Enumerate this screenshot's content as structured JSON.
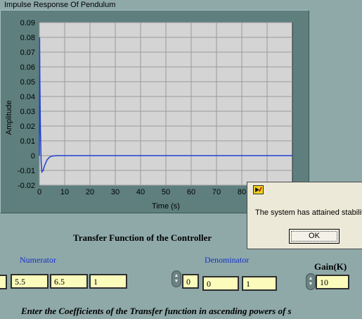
{
  "graph": {
    "title": "Impulse Response  Of Pendulum",
    "ylabel": "Amplitude",
    "xlabel": "Time (s)",
    "x_ticks": [
      "0",
      "10",
      "20",
      "30",
      "40",
      "50",
      "60",
      "70",
      "80"
    ],
    "y_ticks": [
      "0.09",
      "0.08",
      "0.07",
      "0.06",
      "0.05",
      "0.04",
      "0.03",
      "0.02",
      "0.01",
      "0",
      "-0.01",
      "-0.02"
    ]
  },
  "chart_data": {
    "type": "line",
    "title": "Impulse Response  Of Pendulum",
    "xlabel": "Time (s)",
    "ylabel": "Amplitude",
    "xlim": [
      0,
      100
    ],
    "ylim": [
      -0.02,
      0.09
    ],
    "grid": true,
    "series": [
      {
        "color": "#1f3fd0",
        "x": [
          0,
          0.1,
          0.2,
          0.4,
          0.7,
          1.0,
          1.5,
          2.0,
          3.0,
          4.0,
          5.0,
          7.0,
          10.0,
          20.0,
          50.0,
          100.0
        ],
        "y": [
          0.0,
          0.08,
          0.053,
          0.02,
          -0.004,
          -0.011,
          -0.01,
          -0.007,
          -0.003,
          -0.001,
          -0.0003,
          0.0,
          0.0,
          0.0,
          0.0,
          0.0
        ]
      }
    ]
  },
  "controller": {
    "heading": "Transfer Function of the Controller",
    "numerator_label": "Numerator",
    "numerator_values": [
      "5.5",
      "6.5",
      "1"
    ],
    "denominator_label": "Denominator",
    "denominator_index": "0",
    "denominator_values": [
      "0",
      "1"
    ],
    "gain_label": "Gain(K)",
    "gain_value": "10",
    "instruction": "Enter the Coefficients of the Transfer function in  ascending powers of s"
  },
  "dialog": {
    "message": "The system has attained stabilit",
    "ok_label": "OK"
  },
  "colors": {
    "background": "#8fa9a9",
    "plot_area": "#d4d4d4",
    "trace": "#1f3fd0",
    "field": "#fbfbbb",
    "label_blue": "#1530c8"
  }
}
